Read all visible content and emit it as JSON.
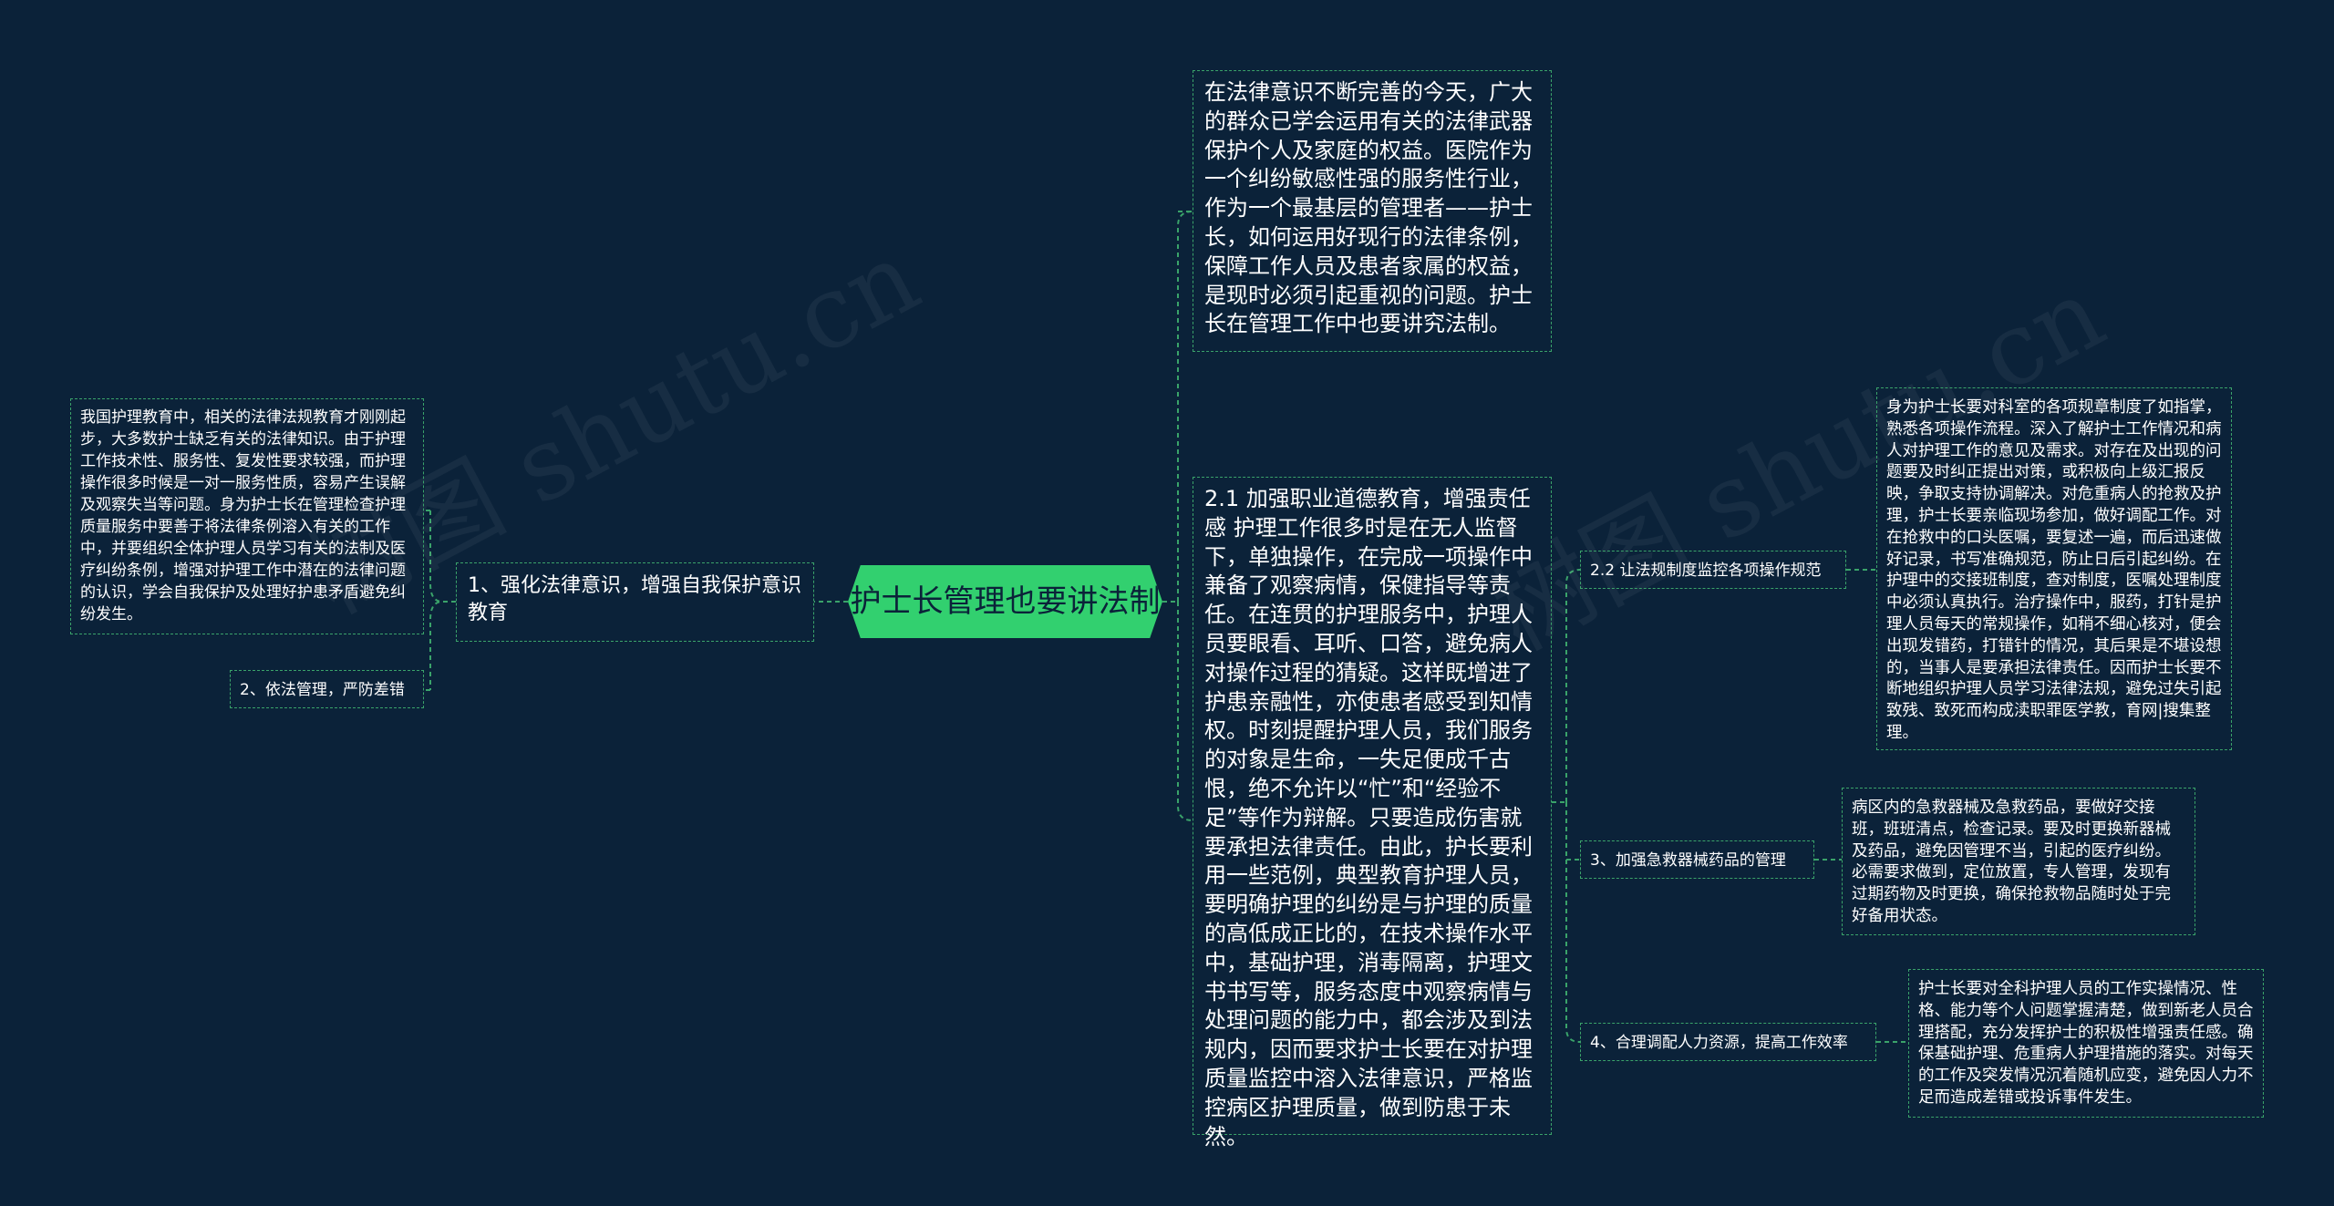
{
  "diagram": {
    "root": {
      "label": "护士长管理也要讲法制"
    },
    "left": {
      "branch1": {
        "label": "1、强化法律意识，增强自我保护意识教育",
        "detail": "我国护理教育中，相关的法律法规教育才刚刚起步，大多数护士缺乏有关的法律知识。由于护理工作技术性、服务性、复发性要求较强，而护理操作很多时候是一对一服务性质，容易产生误解及观察失当等问题。身为护士长在管理检查护理质量服务中要善于将法律条例溶入有关的工作中，并要组织全体护理人员学习有关的法制及医疗纠纷条例，增强对护理工作中潜在的法律问题的认识，学会自我保护及处理好护患矛盾避免纠纷发生。"
      },
      "branch2": {
        "label": "2、依法管理，严防差错"
      }
    },
    "right": {
      "intro": "在法律意识不断完善的今天，广大的群众已学会运用有关的法律武器保护个人及家庭的权益。医院作为一个纠纷敏感性强的服务性行业，作为一个最基层的管理者——护士长，如何运用好现行的法律条例，保障工作人员及患者家属的权益，是现时必须引起重视的问题。护士长在管理工作中也要讲究法制。",
      "ethics": "2.1 加强职业道德教育，增强责任感 护理工作很多时是在无人监督下，单独操作，在完成一项操作中兼备了观察病情，保健指导等责任。在连贯的护理服务中，护理人员要眼看、耳听、口答，避免病人对操作过程的猜疑。这样既增进了护患亲融性，亦使患者感受到知情权。时刻提醒护理人员，我们服务的对象是生命，一失足便成千古恨，绝不允许以“忙”和“经验不足”等作为辩解。只要造成伤害就要承担法律责任。由此，护长要利用一些范例，典型教育护理人员，要明确护理的纠纷是与护理的质量的高低成正比的，在技术操作水平中，基础护理，消毒隔离，护理文书书写等，服务态度中观察病情与处理问题的能力中，都会涉及到法规内，因而要求护士长要在对护理质量监控中溶入法律意识，严格监控病区护理质量，做到防患于未然。",
      "sub": [
        {
          "label": "2.2 让法规制度监控各项操作规范",
          "detail": "身为护士长要对科室的各项规章制度了如指掌，熟悉各项操作流程。深入了解护士工作情况和病人对护理工作的意见及需求。对存在及出现的问题要及时纠正提出对策，或积极向上级汇报反映，争取支持协调解决。对危重病人的抢救及护理，护士长要亲临现场参加，做好调配工作。对在抢救中的口头医嘱，要复述一遍，而后迅速做好记录，书写准确规范，防止日后引起纠纷。在护理中的交接班制度，查对制度，医嘱处理制度中必须认真执行。治疗操作中，服药，打针是护理人员每天的常规操作，如稍不细心核对，便会出现发错药，打错针的情况，其后果是不堪设想的，当事人是要承担法律责任。因而护士长要不断地组织护理人员学习法律法规，避免过失引起致残、致死而构成渎职罪医学教，育网|搜集整理。"
        },
        {
          "label": "3、加强急救器械药品的管理",
          "detail": "病区内的急救器械及急救药品，要做好交接班，班班清点，检查记录。要及时更换新器械及药品，避免因管理不当，引起的医疗纠纷。必需要求做到，定位放置，专人管理，发现有过期药物及时更换，确保抢救物品随时处于完好备用状态。"
        },
        {
          "label": "4、合理调配人力资源，提高工作效率",
          "detail": "护士长要对全科护理人员的工作实操情况、性格、能力等个人问题掌握清楚，做到新老人员合理搭配，充分发挥护士的积极性增强责任感。确保基础护理、危重病人护理措施的落实。对每天的工作及突发情况沉着随机应变，避免因人力不足而造成差错或投诉事件发生。"
        }
      ]
    },
    "watermarks": [
      "树图 shutu.cn",
      "树图 shutu.cn"
    ],
    "colors": {
      "background": "#0b2239",
      "accent": "#32d06f",
      "line": "#3aa36a",
      "text": "#ffffff"
    }
  }
}
